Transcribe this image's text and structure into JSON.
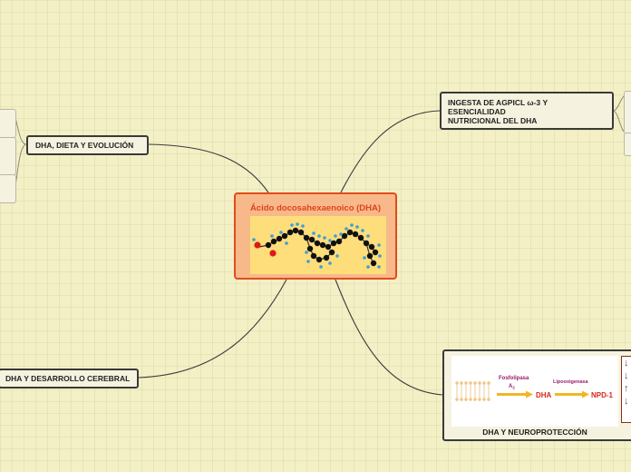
{
  "central": {
    "title": "Ácido docosahexaenoico (DHA)"
  },
  "topics": {
    "ingesta": {
      "lines": [
        "INGESTA DE AGPICL ω-3 Y",
        "ESENCIALIDAD",
        "NUTRICIONAL DEL DHA"
      ]
    },
    "dieta": {
      "label": "DHA, DIETA Y EVOLUCIÓN"
    },
    "desarrollo": {
      "label": "DHA Y DESARROLLO CEREBRAL"
    },
    "neuro": {
      "label": "DHA Y NEUROPROTECCIÓN",
      "image": {
        "enzyme1_line1": "Fosfolipasa",
        "enzyme1_line2": "A",
        "enzyme1_sub": "2",
        "product1": "DHA",
        "enzyme2": "Lipooxigenasa",
        "product2": "NPD-1"
      },
      "side_arrows": [
        "↓",
        "↓",
        "↑",
        "↓"
      ]
    }
  },
  "colors": {
    "background": "#f3f0c6",
    "central_fill": "#f7b98a",
    "central_border": "#e24b1c",
    "central_title": "#e0431b",
    "molecule_panel": "#fedd7b",
    "node_fill": "#f5f3df",
    "node_border": "#3a3a3a",
    "connector": "#3a3a3a",
    "dha_text": "#d9261c",
    "enzyme_text": "#9b1b6a",
    "arrow": "#f0b623"
  }
}
